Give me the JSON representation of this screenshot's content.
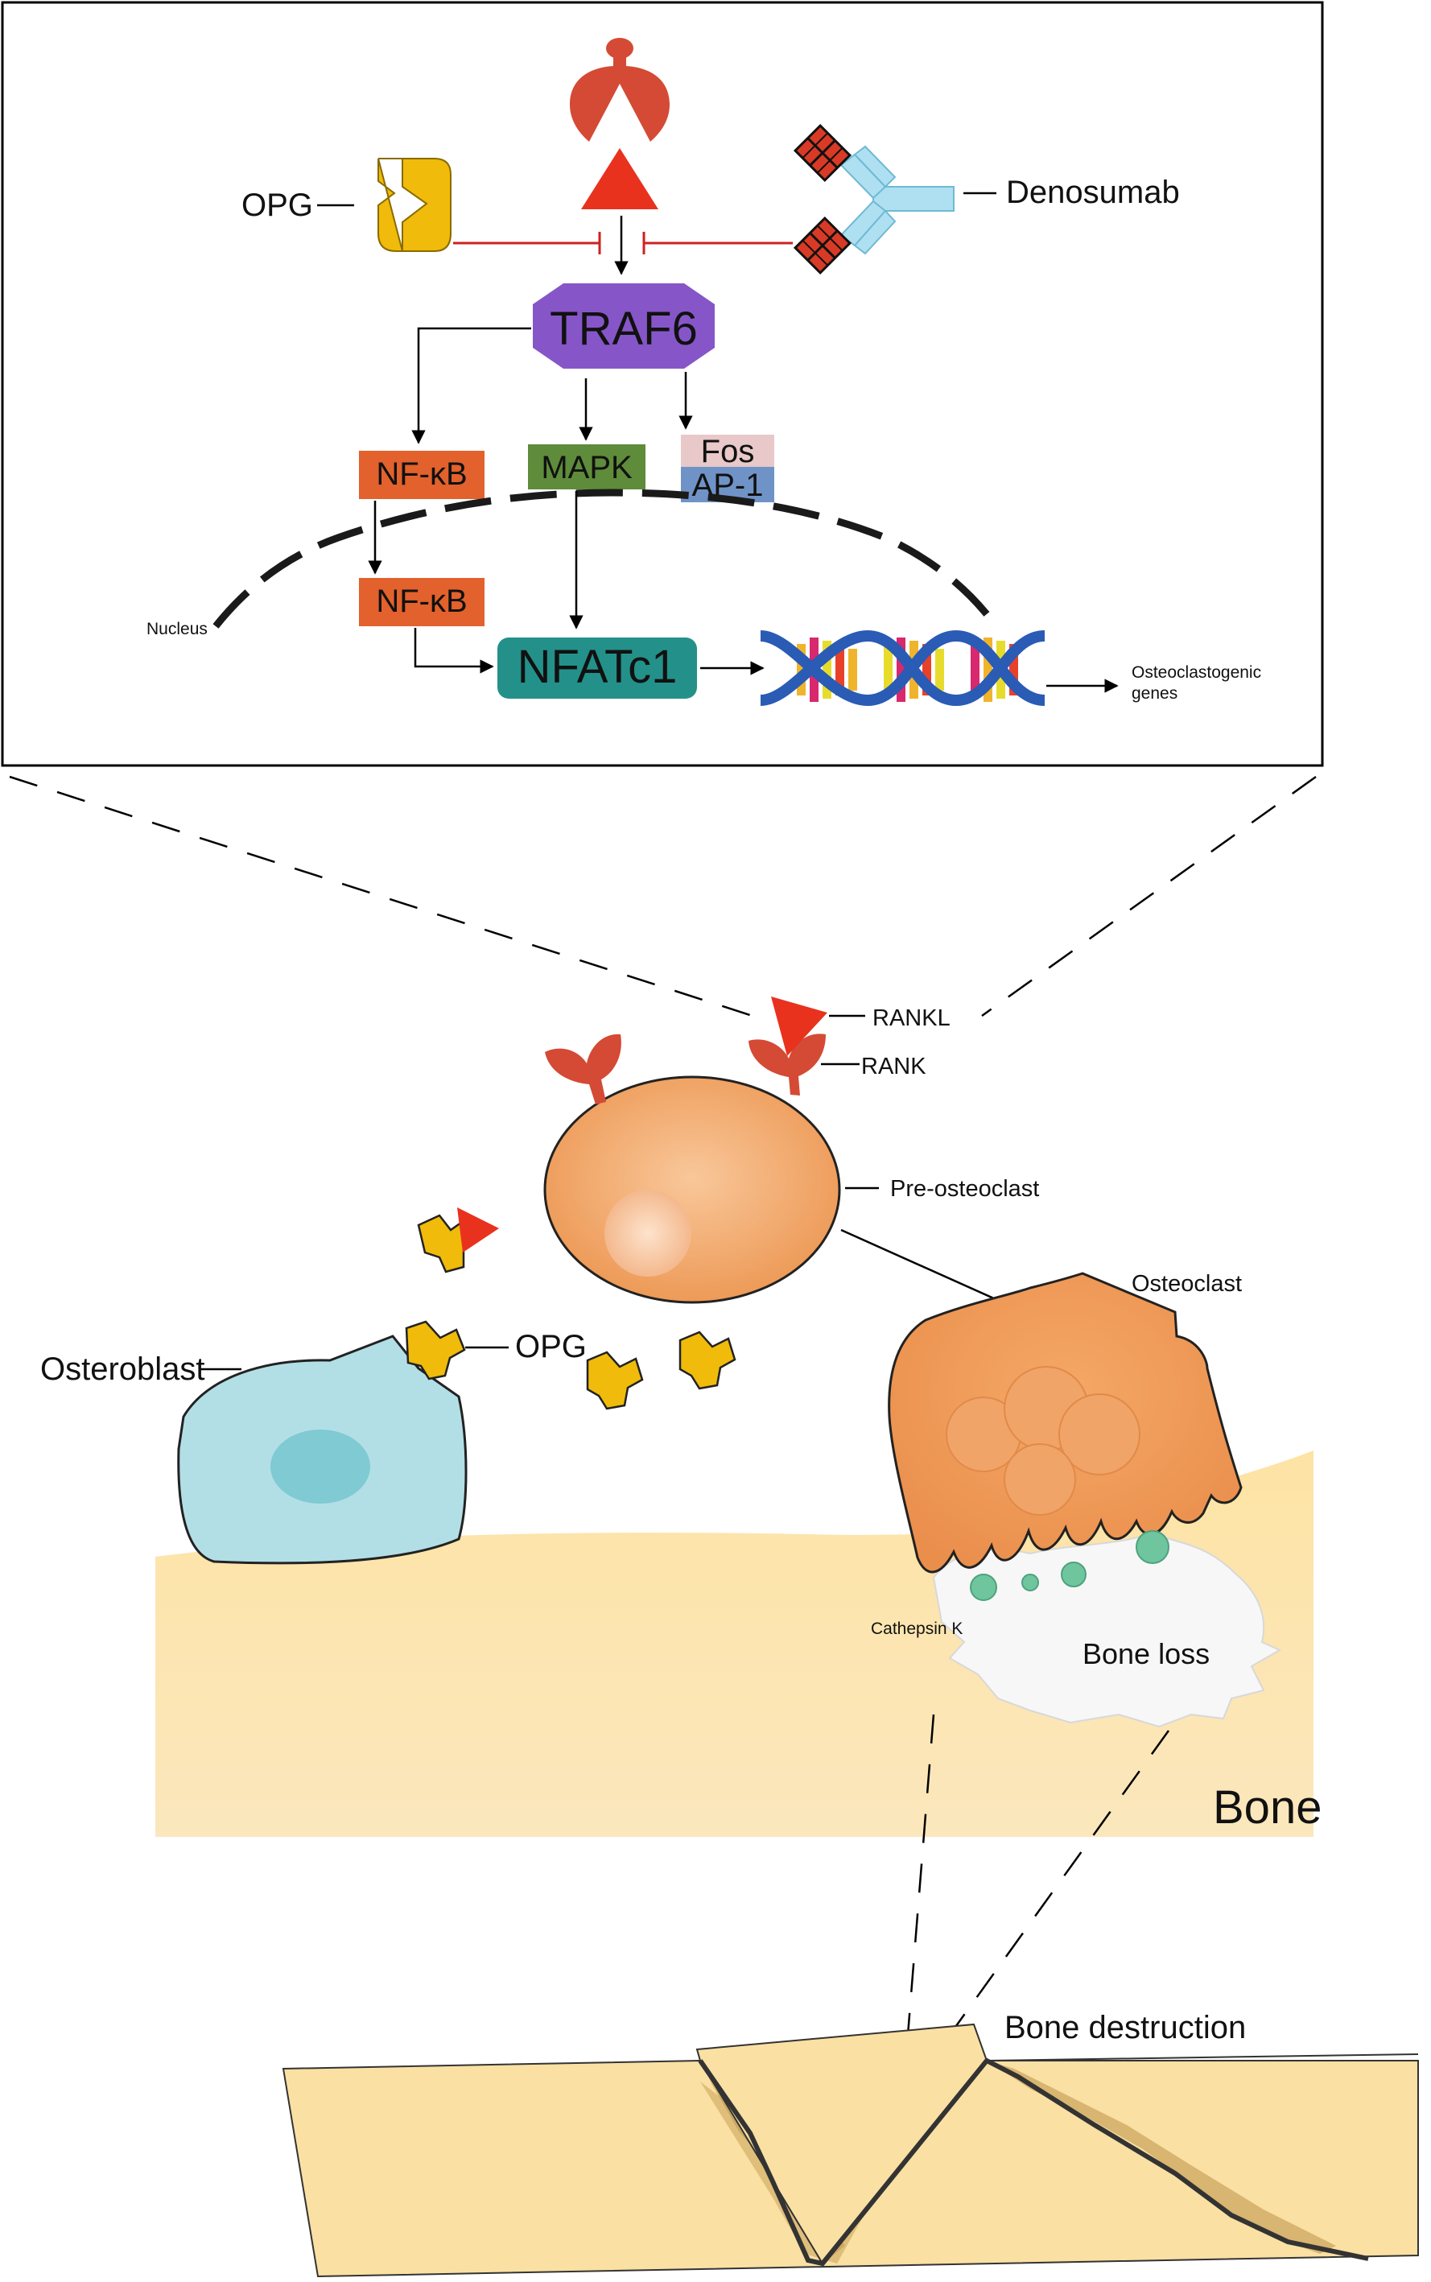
{
  "colors": {
    "rank": "#d44a35",
    "rankl": "#e8321e",
    "opg": "#f0bb0a",
    "denosumab_fc": "#aee0f2",
    "denosumab_fab": "#d93a26",
    "traf6": "#8656c8",
    "nfkb": "#e2612c",
    "mapk": "#5e8c3a",
    "fos": "#e8c8c8",
    "ap1": "#6f93c7",
    "nfatc1": "#23918a",
    "inhibit": "#cc2222",
    "osteoblast": "#b2dfe6",
    "osteoclast": "#ee9656",
    "bone": "#fbe3a8",
    "cathepsin": "#6fc59d"
  },
  "inset": {
    "opg_label": "OPG",
    "denosumab_label": "Denosumab",
    "traf6_label": "TRAF6",
    "nfkb_label": "NF-κB",
    "mapk_label": "MAPK",
    "fos_label": "Fos",
    "ap1_label": "AP-1",
    "nfkb_nuclear_label": "NF-κB",
    "nfatc1_label": "NFATc1",
    "nucleus_label": "Nucleus",
    "genes_label_line1": "Osteoclastogenic",
    "genes_label_line2": "genes"
  },
  "cell": {
    "rankl_label": "RANKL",
    "rank_label": "RANK",
    "preosteoclast_label": "Pre-osteoclast",
    "osteoclast_label": "Osteoclast",
    "osteoblast_label": "Osteroblast",
    "opg_label": "OPG",
    "cathepsin_label": "Cathepsin K",
    "boneloss_label": "Bone loss",
    "bone_label": "Bone"
  },
  "bottom": {
    "destruction_label": "Bone destruction"
  }
}
